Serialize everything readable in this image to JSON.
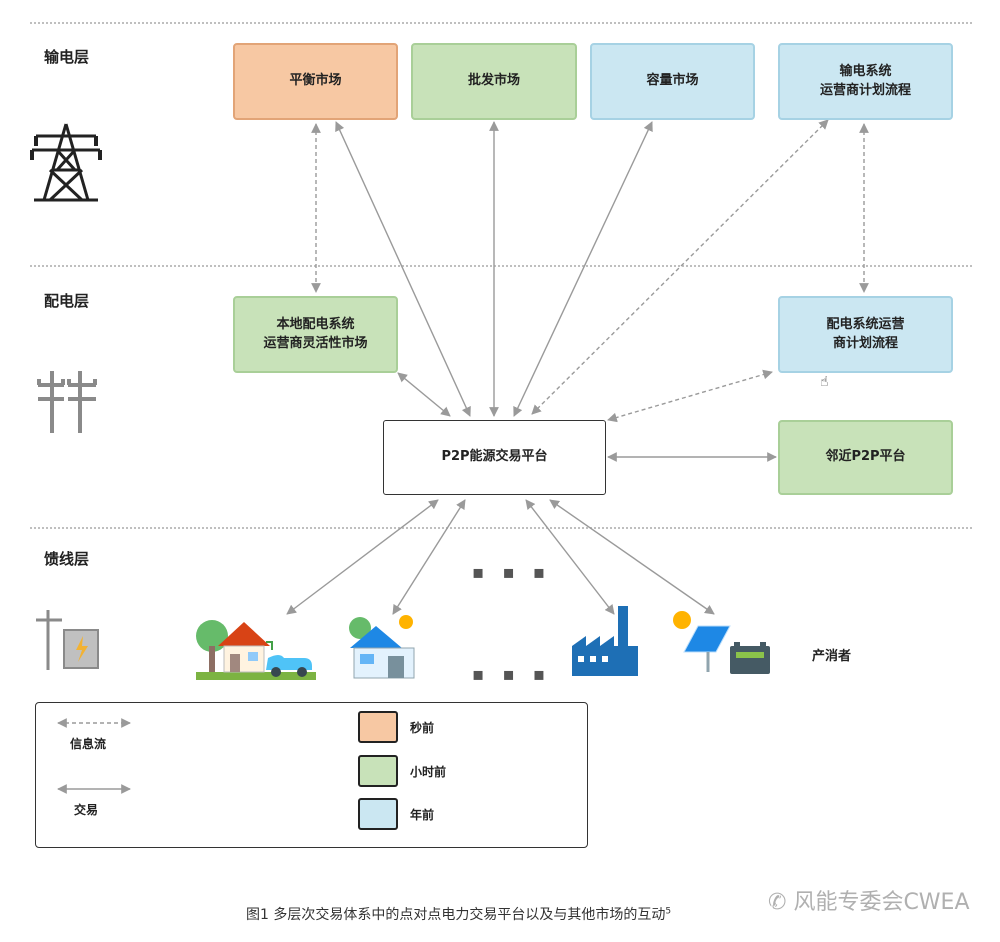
{
  "layers": {
    "transmission": "输电层",
    "distribution": "配电层",
    "feeder": "馈线层"
  },
  "nodes": {
    "balancing_market": "平衡市场",
    "wholesale_market": "批发市场",
    "capacity_market": "容量市场",
    "tso_planning": "输电系统\n运营商计划流程",
    "dso_flex_market": "本地配电系统\n运营商灵活性市场",
    "dso_planning": "配电系统运营\n商计划流程",
    "p2p_platform": "P2P能源交易平台",
    "neighbor_p2p": "邻近P2P平台"
  },
  "prosumer_label": "产消者",
  "ellipsis": "▪ ▪ ▪",
  "legend": {
    "info_flow": "信息流",
    "trade": "交易",
    "seconds_ahead": "秒前",
    "hours_ahead": "小时前",
    "years_ahead": "年前"
  },
  "caption": "图1 多层次交易体系中的点对点电力交易平台以及与其他市场的互动",
  "caption_sup": "5",
  "watermark": "风能专委会CWEA",
  "colors": {
    "seconds": "#f7c8a3",
    "hours": "#c8e2b9",
    "years": "#cbe7f2",
    "arrow": "#9a9a9a"
  }
}
